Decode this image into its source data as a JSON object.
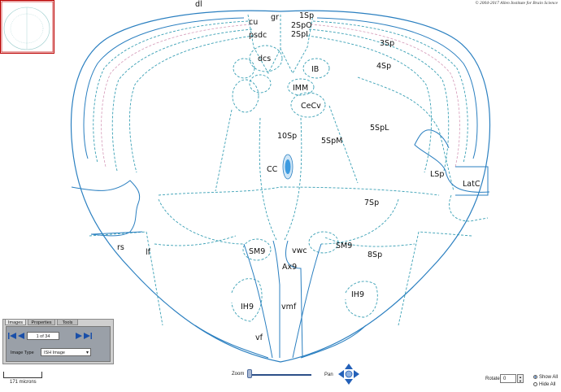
{
  "copyright": "© 2004-2017 Allen Institute for Brain Science",
  "atlas": {
    "labels": {
      "dl": "dl",
      "cu": "cu",
      "gr": "gr",
      "sp1": "1Sp",
      "psdc": "psdc",
      "sp2o": "2SpO",
      "sp2i": "2SpI",
      "sp3": "3Sp",
      "dcs": "dcs",
      "ib": "IB",
      "sp4": "4Sp",
      "imm": "IMM",
      "cecv": "CeCv",
      "sp10": "10Sp",
      "sp5m": "5SpM",
      "sp5l": "5SpL",
      "cc": "CC",
      "lsp": "LSp",
      "latc": "LatC",
      "sp7": "7Sp",
      "rs": "rs",
      "lf": "lf",
      "sm9l": "SM9",
      "vwc": "vwc",
      "sm9r": "SM9",
      "sp8": "8Sp",
      "ax9": "Ax9",
      "ih9l": "IH9",
      "vmf": "vmf",
      "ih9r": "IH9",
      "vf": "vf"
    }
  },
  "panel": {
    "tabs": [
      "Images",
      "Properties",
      "Tools"
    ],
    "active_tab": "Images",
    "page_indicator": "1 of 34",
    "image_type_label": "Image Type",
    "image_type_value": "ISH Image",
    "nav": {
      "first": "⏮",
      "prev": "◀",
      "next": "▶",
      "last": "⏭"
    }
  },
  "scale": {
    "label": "171 microns"
  },
  "controls": {
    "zoom_label": "Zoom",
    "pan_label": "Pan",
    "rotate_label": "Rotate",
    "rotate_value": "0",
    "show_all": "Show All",
    "hide_all": "Hide All",
    "selected_visibility": "Show All"
  },
  "colors": {
    "outline": "#2a7fc0",
    "dashed": "#3aa0b5",
    "central_canal": "#3d9be0",
    "panel_bg": "#cfcfcf"
  }
}
